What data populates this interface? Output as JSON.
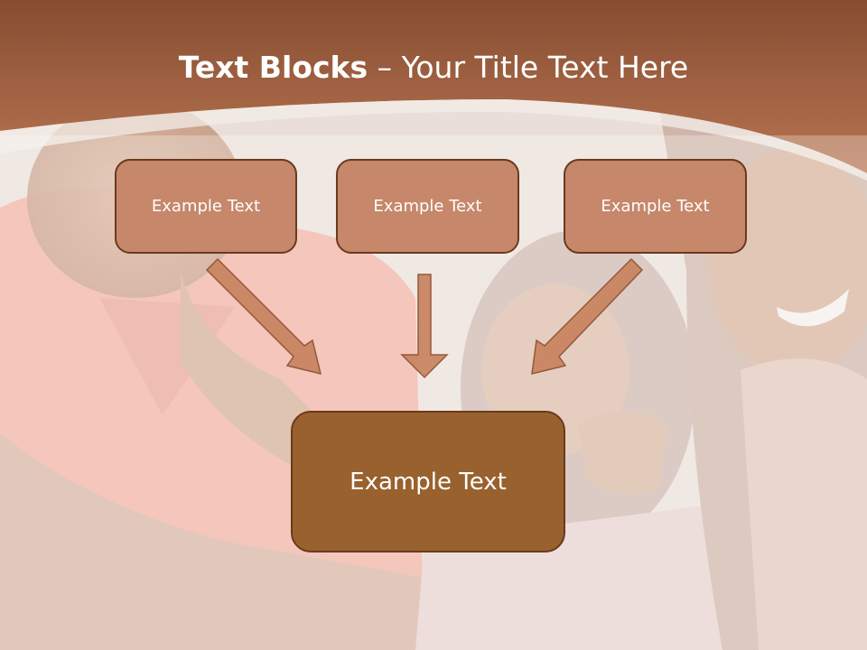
{
  "title": {
    "bold": "Text Blocks",
    "dash": " – ",
    "rest": "Your Title Text Here"
  },
  "blocks": {
    "left": "Example Text",
    "middle": "Example Text",
    "right": "Example Text",
    "bottom": "Example Text"
  },
  "colors": {
    "header": "#b06a45",
    "box_fill": "#c6876a",
    "box_border": "#6a3a1e",
    "bottom_box_fill": "#99612e",
    "arrow_fill": "#c8835f"
  },
  "icons": [
    "arrow-down-right",
    "arrow-down",
    "arrow-down-left"
  ]
}
